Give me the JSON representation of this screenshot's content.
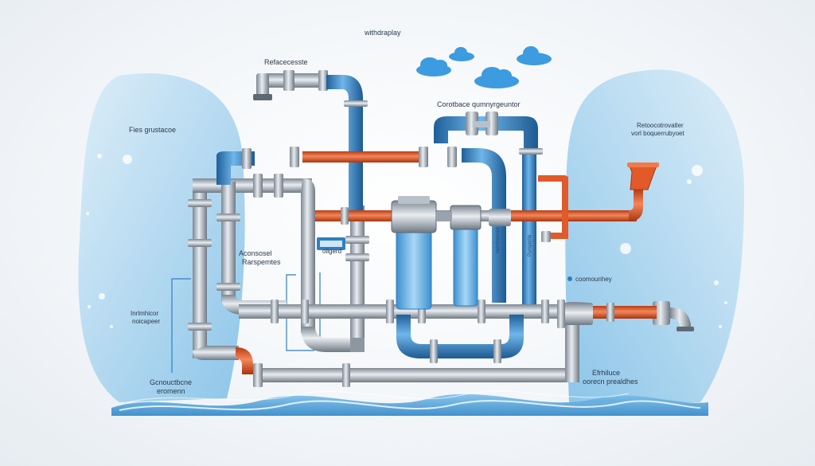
{
  "labels": {
    "top": "withdraplay",
    "pipe_top_left": "Refacecesste",
    "center_top": "Corotbace qumnyrgeuntor",
    "right_top_1": "Retoocotrovatler",
    "right_top_2": "vorl boquerrubyoet",
    "left_mid": "Fies grustacoe",
    "left_device_1": "Aconsosel",
    "left_device_2": "Rarspemtes",
    "left_small_1": "Inrlmhicor",
    "left_small_2": "noicapeer",
    "center_small": "oligerd",
    "vertical_1": "Inrlmhonseir",
    "vertical_2": "Pumperite",
    "right_mid": "coomounhey",
    "bottom_left_1": "Gcnouctbcne",
    "bottom_left_2": "eromenn",
    "bottom_right_1": "Efrhiluce",
    "bottom_right_2": "oorecn prealdhes"
  },
  "colors": {
    "water_blue": "#4aa3da",
    "pipe_steel": "#9aa3ad",
    "pipe_blue": "#2f7fc0",
    "pipe_orange": "#e25a2a",
    "cloud": "#3d9be0"
  }
}
